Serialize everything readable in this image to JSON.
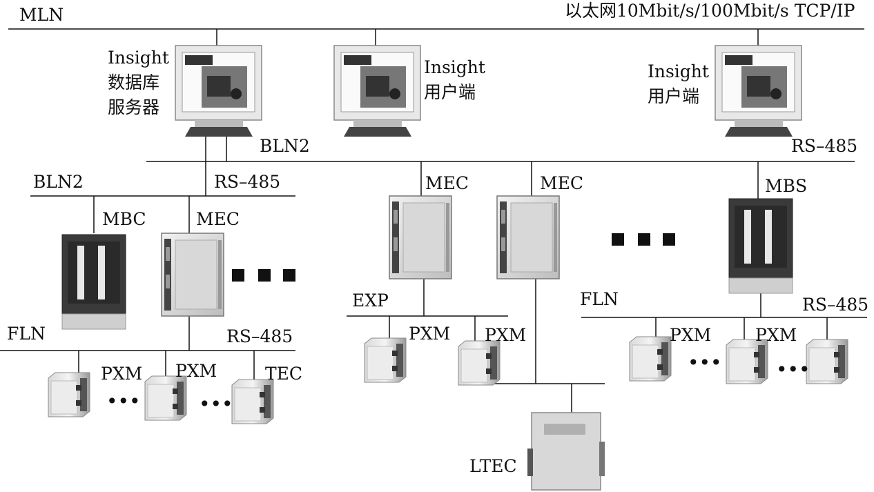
{
  "network": {
    "mln_label": "MLN",
    "ethernet_label": "以太网10Mbit/s/100Mbit/s TCP/IP",
    "bln2_upper_label": "BLN2",
    "rs485_upper_right_label": "RS–485",
    "bln2_left_label": "BLN2",
    "rs485_left_label": "RS–485",
    "fln_left_label": "FLN",
    "rs485_fln_left_label": "RS–485",
    "exp_label": "EXP",
    "fln_right_label": "FLN",
    "rs485_fln_right_label": "RS–485"
  },
  "workstations": [
    {
      "name": "Insight",
      "role": "数据库",
      "role2": "服务器"
    },
    {
      "name": "Insight",
      "role": "用户端"
    },
    {
      "name": "Insight",
      "role": "用户端"
    }
  ],
  "controllers": {
    "mbc": "MBC",
    "mec_left": "MEC",
    "mec_mid1": "MEC",
    "mec_mid2": "MEC",
    "mbs": "MBS"
  },
  "field_devices": {
    "pxm_1": "PXM",
    "pxm_2": "PXM",
    "tec": "TEC",
    "pxm_3": "PXM",
    "pxm_4": "PXM",
    "pxm_5": "PXM",
    "pxm_6": "PXM",
    "ltec": "LTEC"
  },
  "ellipsis": "•••",
  "colors": {
    "line": "#111111",
    "device_light": "#e6e6e6",
    "device_mid": "#b8b8b8",
    "device_dark": "#333333",
    "screen": "#222222"
  }
}
